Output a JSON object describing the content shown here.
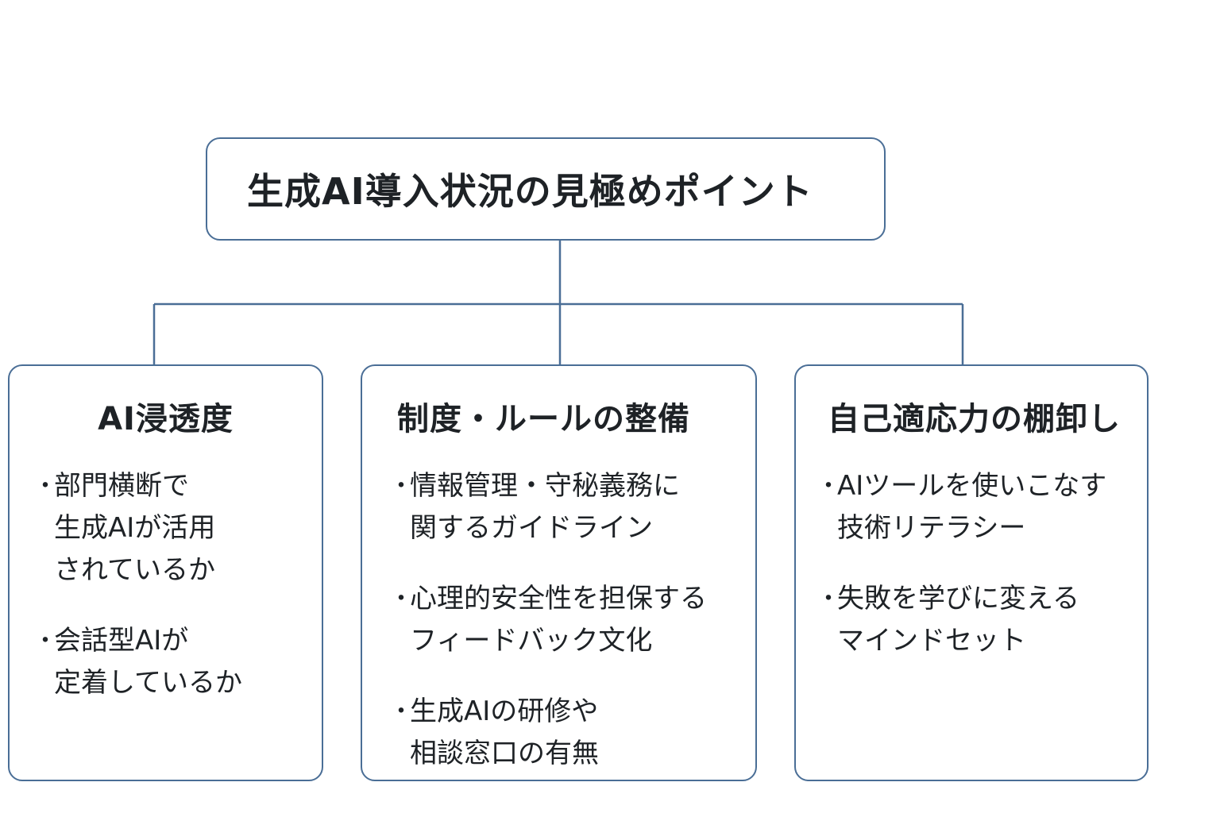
{
  "title": "生成AI導入状況の見極めポイント",
  "bullet_glyph": "・",
  "colors": {
    "border": "#4a6e96",
    "connector": "#4a6e96",
    "text": "#1e2226"
  },
  "columns": [
    {
      "title": "AI浸透度",
      "items": [
        "部門横断で\n生成AIが活用\nされているか",
        "会話型AIが\n定着しているか"
      ]
    },
    {
      "title": "制度・ルールの整備",
      "items": [
        "情報管理・守秘義務に\n関するガイドライン",
        "心理的安全性を担保する\nフィードバック文化",
        "生成AIの研修や\n相談窓口の有無"
      ]
    },
    {
      "title": "自己適応力の棚卸し",
      "items": [
        "AIツールを使いこなす\n技術リテラシー",
        "失敗を学びに変える\nマインドセット"
      ]
    }
  ]
}
